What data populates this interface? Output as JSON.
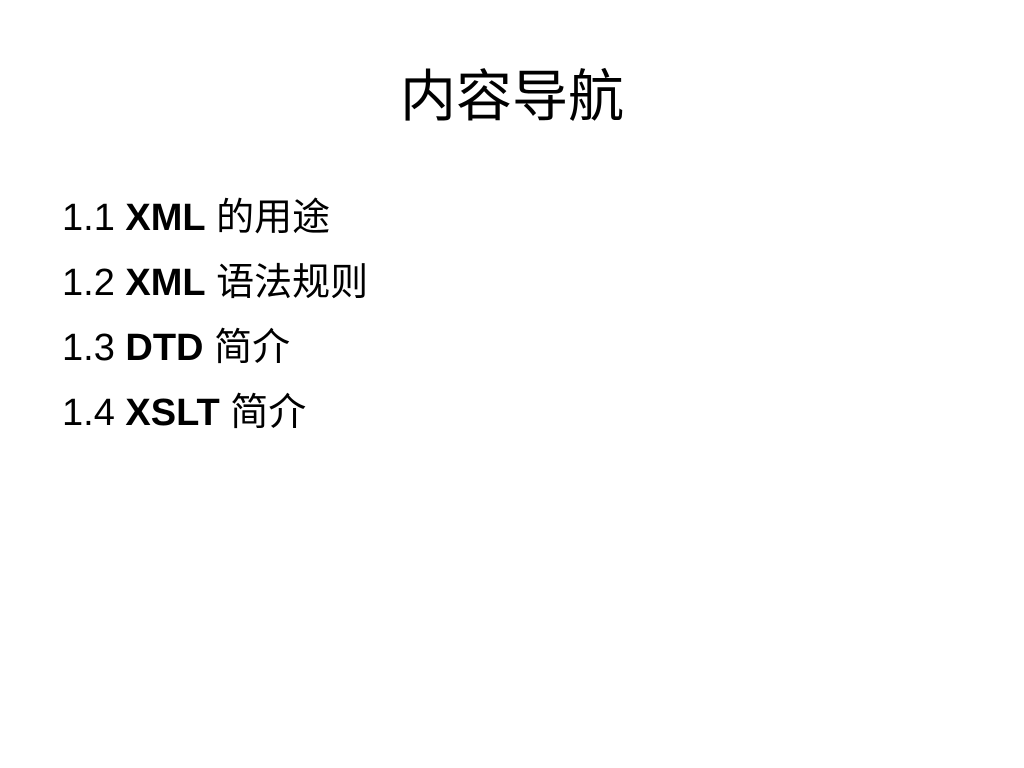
{
  "slide": {
    "title": "内容导航",
    "items": [
      {
        "number": "1.1",
        "keyword": "XML",
        "text": "的用途"
      },
      {
        "number": "1.2",
        "keyword": "XML",
        "text": "语法规则"
      },
      {
        "number": "1.3",
        "keyword": "DTD",
        "text": "简介"
      },
      {
        "number": "1.4",
        "keyword": "XSLT",
        "text": "简介"
      }
    ]
  },
  "colors": {
    "background": "#ffffff",
    "text": "#000000"
  }
}
